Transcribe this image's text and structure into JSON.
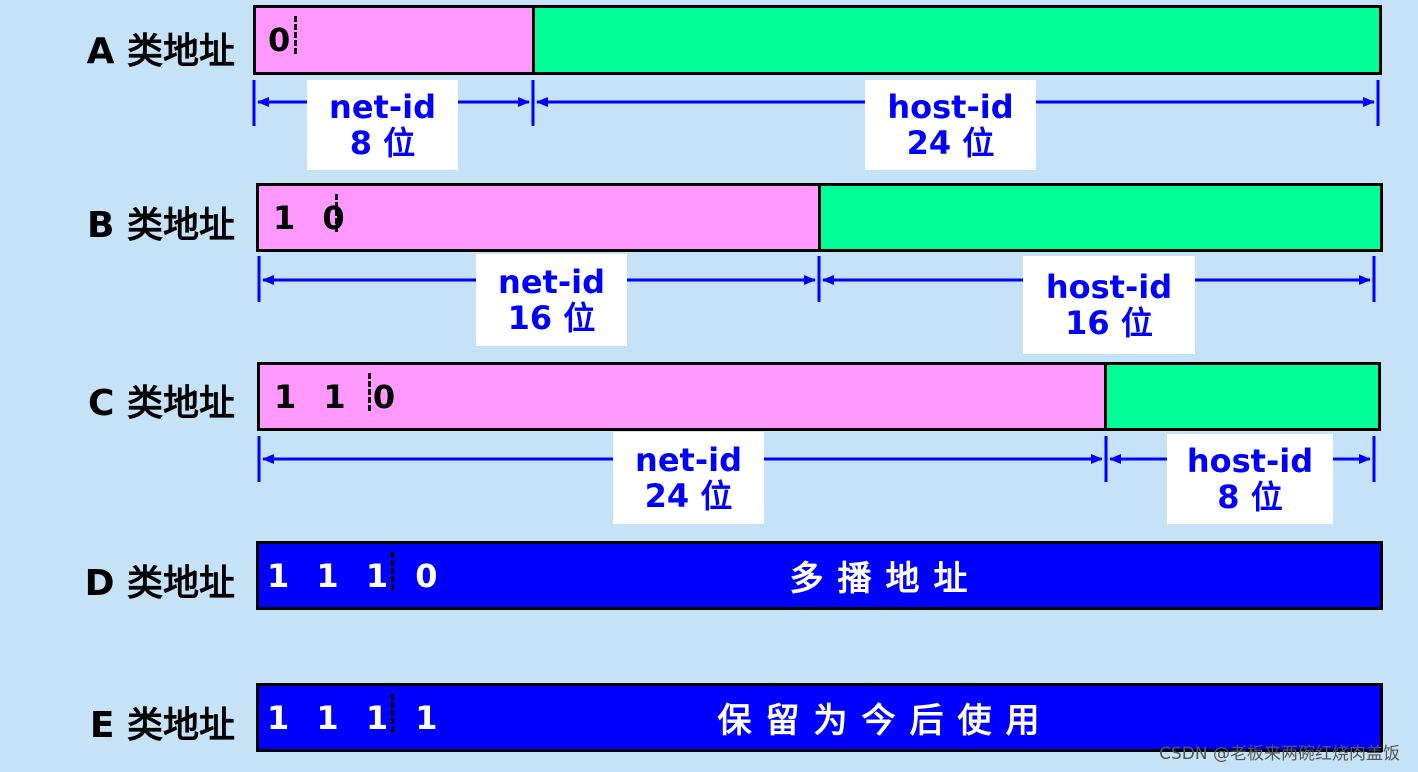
{
  "classes": [
    {
      "label": "A 类地址",
      "prefix": "0",
      "net_id": "net-id",
      "net_bits": "8 位",
      "host_id": "host-id",
      "host_bits": "24 位"
    },
    {
      "label": "B 类地址",
      "prefix": "1 0",
      "net_id": "net-id",
      "net_bits": "16 位",
      "host_id": "host-id",
      "host_bits": "16 位"
    },
    {
      "label": "C 类地址",
      "prefix": "1 1 0",
      "net_id": "net-id",
      "net_bits": "24 位",
      "host_id": "host-id",
      "host_bits": "8 位"
    },
    {
      "label": "D 类地址",
      "prefix": "1 1 1 0",
      "content": "多播地址"
    },
    {
      "label": "E 类地址",
      "prefix": "1 1 1 1",
      "content": "保留为今后使用"
    }
  ],
  "watermark": "CSDN @老板来两碗红烧肉盖饭",
  "colors": {
    "net": "#ff99ff",
    "host": "#00ff99",
    "reserved": "#0000ff",
    "dim": "#0000ff",
    "background": "#c5e2f6"
  }
}
